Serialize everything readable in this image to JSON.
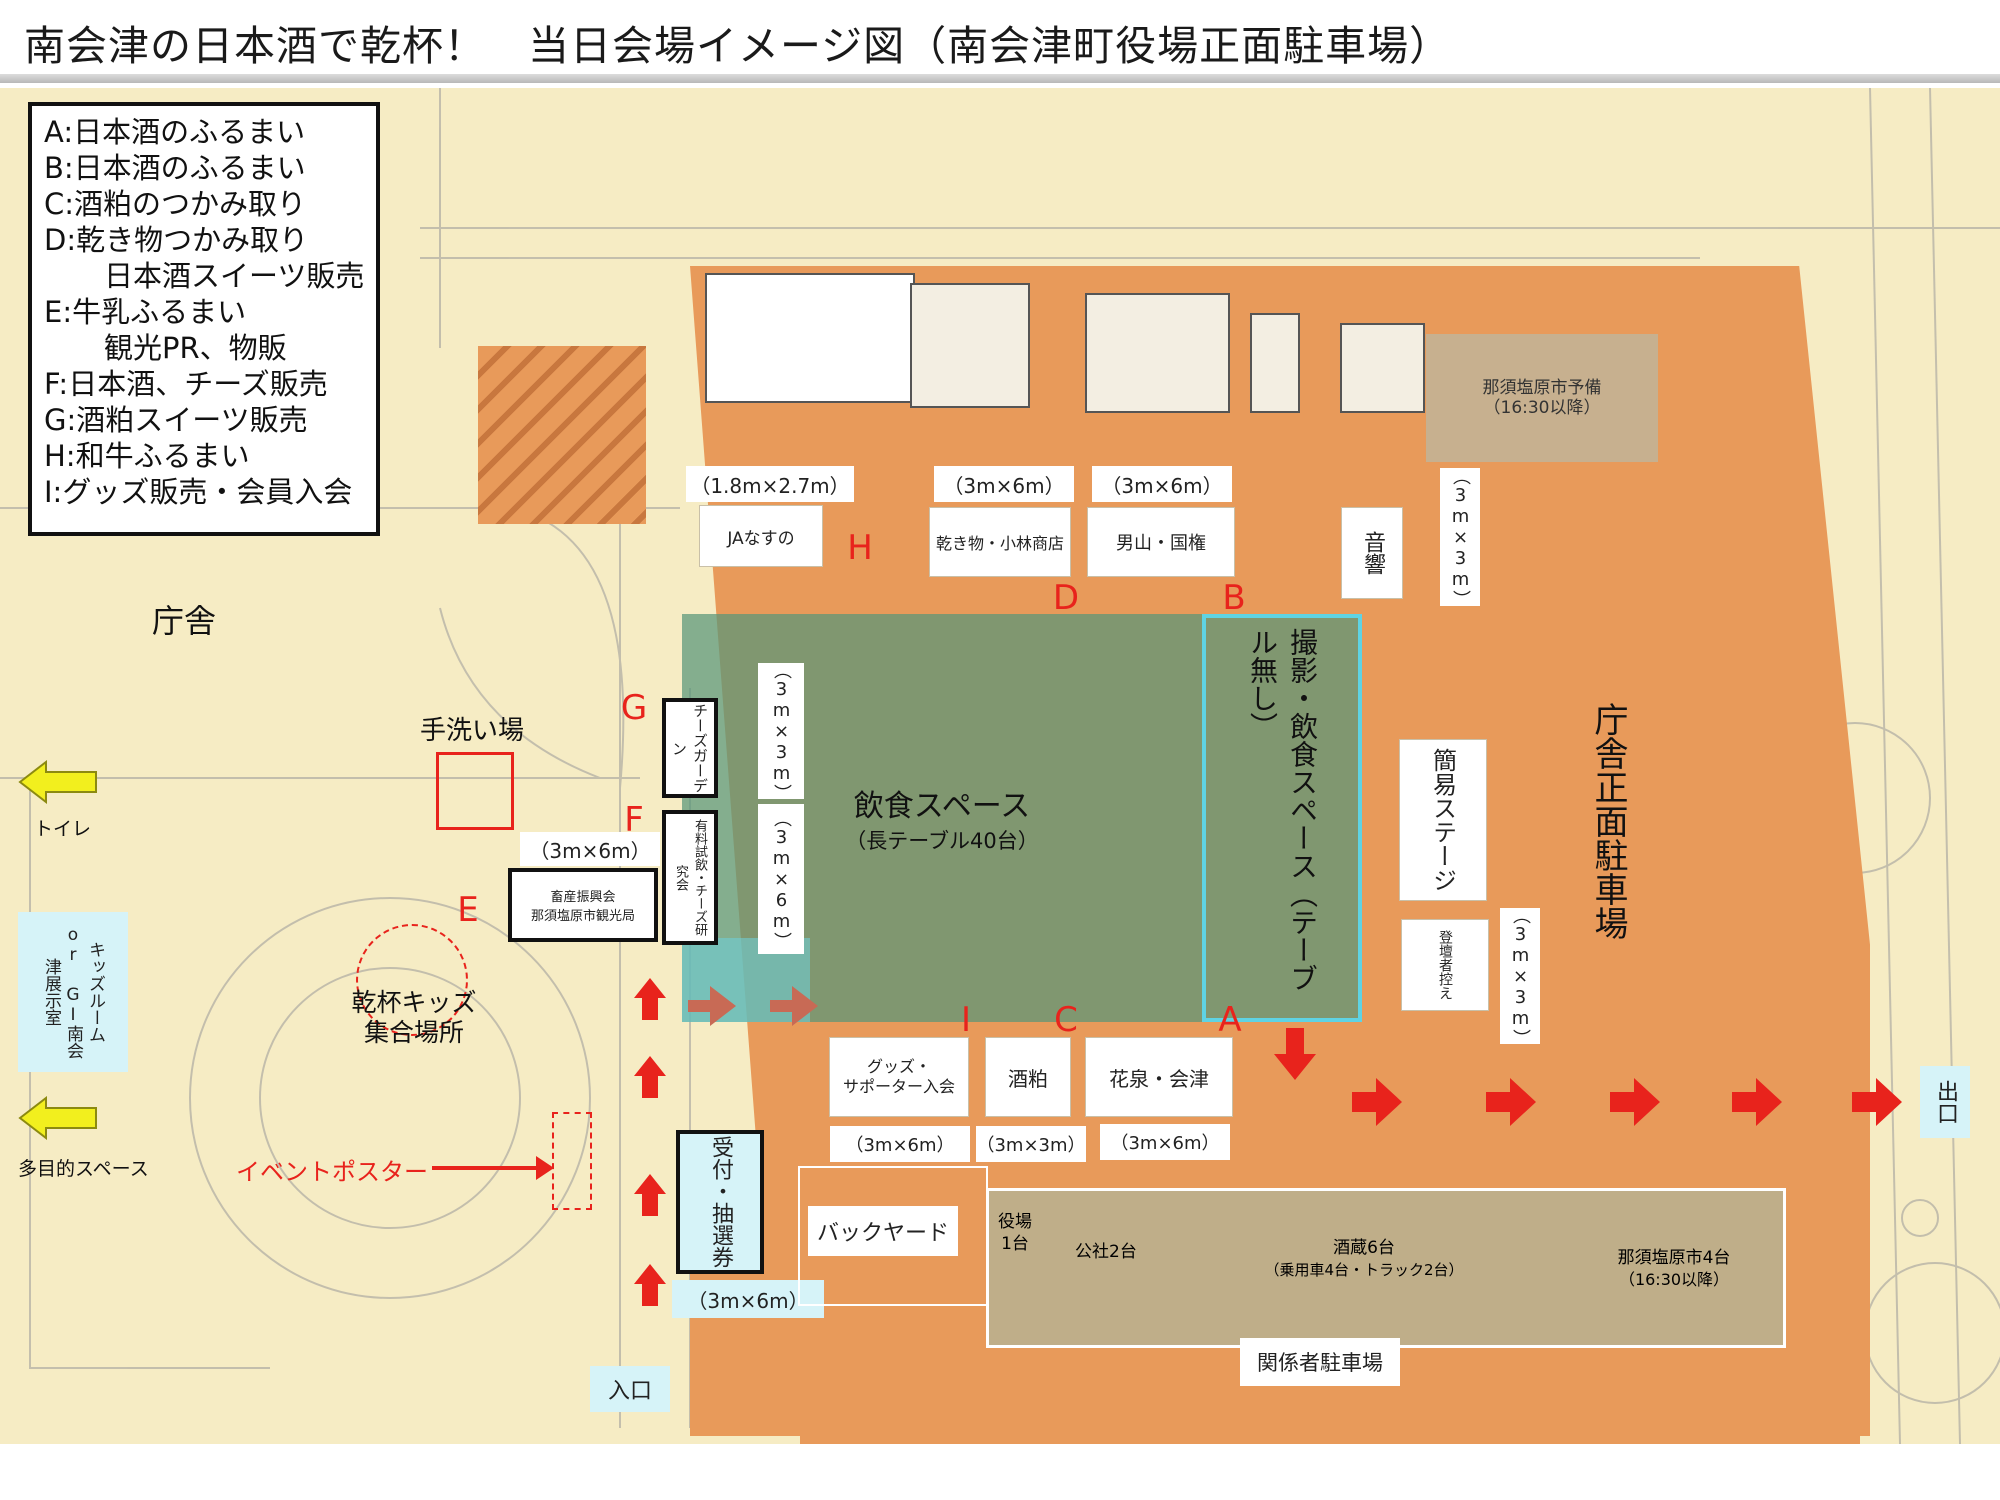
{
  "title": "南会津の日本酒で乾杯！　当日会場イメージ図（南会津町役場正面駐車場）",
  "legend": [
    {
      "text": "A:日本酒のふるまい"
    },
    {
      "text": "B:日本酒のふるまい"
    },
    {
      "text": "C:酒粕のつかみ取り"
    },
    {
      "text": "D:乾き物つかみ取り"
    },
    {
      "text": "日本酒スイーツ販売",
      "indent": true
    },
    {
      "text": "E:牛乳ふるまい"
    },
    {
      "text": "観光PR、物販",
      "indent": true
    },
    {
      "text": "F:日本酒、チーズ販売"
    },
    {
      "text": "G:酒粕スイーツ販売"
    },
    {
      "text": "H:和牛ふるまい"
    },
    {
      "text": "I:グッズ販売・会員入会"
    }
  ],
  "areas": {
    "chosha": "庁舎",
    "parking_main": "庁舎正面駐車場",
    "handwash": "手洗い場",
    "toilet": "トイレ",
    "kids_room": "キッズルーム or GI南会津展示室",
    "multipurpose": "多目的スペース",
    "kids_gathering": "乾杯キッズ集合場所",
    "event_poster": "イベントポスター",
    "entrance": "入口",
    "exit": "出口",
    "eating_space": "飲食スペース",
    "eating_space_sub": "（長テーブル40台）",
    "photo_space": "撮影・飲食スペース（テーブル無し）",
    "nasu_reserve": "那須塩原市予備（16:30以降）",
    "sound": "音響",
    "stage": "簡易ステージ",
    "speaker_wait": "登壇者控え",
    "backyard": "バックヤード",
    "staff_parking": "関係者駐車場"
  },
  "booths": {
    "ja": {
      "name": "JAなすの",
      "size": "（1.8m×2.7m）"
    },
    "kawakimono": {
      "name": "乾き物・小林商店",
      "size": "（3m×6m）"
    },
    "otokoyama": {
      "name": "男山・国権",
      "size": "（3m×6m）"
    },
    "cheese_garden": {
      "name": "チーズガーデン",
      "size": "（3m×3m）"
    },
    "cheese_lab": {
      "name": "有料試飲・チーズ研究会",
      "size": "（3m×6m）"
    },
    "chikusan": {
      "name1": "畜産振興会",
      "name2": "那須塩原市観光局",
      "size": "（3m×6m）"
    },
    "goods": {
      "name1": "グッズ・",
      "name2": "サポーター入会",
      "size": "（3m×6m）"
    },
    "sakekasu": {
      "name": "酒粕",
      "size": "（3m×3m）"
    },
    "hanaizumi": {
      "name": "花泉・会津",
      "size": "（3m×6m）"
    },
    "uketsuke": {
      "name": "受付・抽選券",
      "size": "（3m×6m）"
    },
    "sound_size": "（3m×3m）",
    "stage_size": "（3m×3m）"
  },
  "parking": {
    "yakuba": "役場1台",
    "kousha": "公社2台",
    "sakagura": "酒蔵6台",
    "sakagura_sub": "（乗用車4台・トラック2台）",
    "nasu": "那須塩原市4台",
    "nasu_sub": "（16:30以降）"
  },
  "letters": {
    "A": "A",
    "B": "B",
    "C": "C",
    "D": "D",
    "E": "E",
    "F": "F",
    "G": "G",
    "H": "H",
    "I": "I"
  },
  "colors": {
    "venue": "#e89a5a",
    "eating": "#6f9c78",
    "photo_border": "#5fd3e3",
    "letter": "#e8231c",
    "arrow": "#e8231c",
    "side_arrow": "#f2ef1e"
  }
}
